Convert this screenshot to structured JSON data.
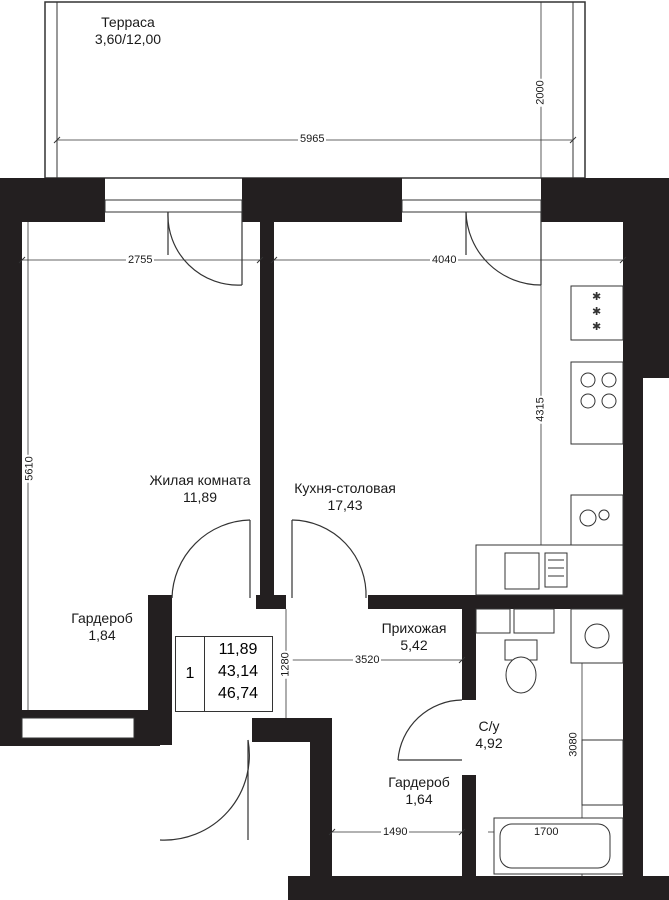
{
  "rooms": {
    "terrace": {
      "name": "Терраса",
      "area": "3,60/12,00"
    },
    "living": {
      "name": "Жилая комната",
      "area": "11,89"
    },
    "kitchen": {
      "name": "Кухня-столовая",
      "area": "17,43"
    },
    "wardrobe1": {
      "name": "Гардероб",
      "area": "1,84"
    },
    "hallway": {
      "name": "Прихожая",
      "area": "5,42"
    },
    "bathroom": {
      "name": "С/у",
      "area": "4,92"
    },
    "wardrobe2": {
      "name": "Гардероб",
      "area": "1,64"
    }
  },
  "dimensions": {
    "terrace_width": "5965",
    "terrace_depth": "2000",
    "living_width": "2755",
    "living_length": "5610",
    "kitchen_width": "4040",
    "kitchen_length": "4315",
    "hall_width": "3520",
    "hall_depth": "1280",
    "wardrobe_width": "1490",
    "bath_width": "1700",
    "bath_length": "3080"
  },
  "summary": {
    "rooms_count": "1",
    "living_area": "11,89",
    "total_area": "43,14",
    "total_with_terrace": "46,74"
  },
  "colors": {
    "wall": "#231f20",
    "line": "#333333"
  }
}
